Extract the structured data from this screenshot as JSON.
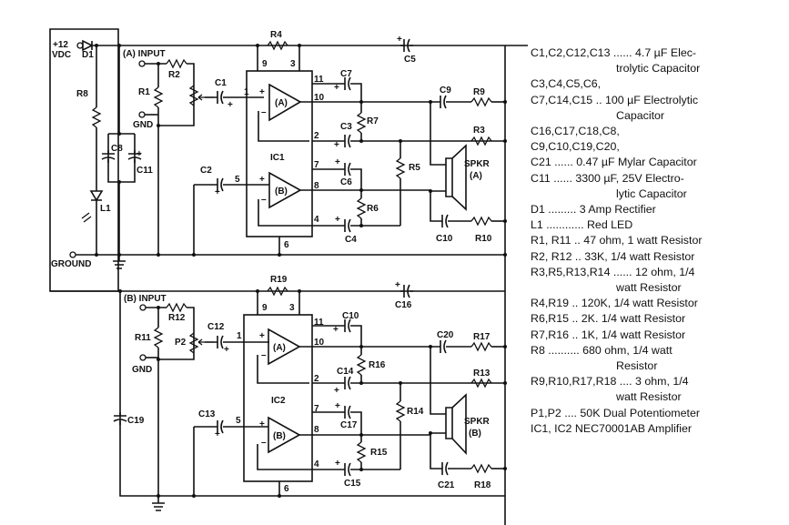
{
  "schematic": {
    "supply_label": "+12",
    "supply_label2": "VDC",
    "ground_label": "GROUND",
    "input_a_label": "(A) INPUT",
    "input_b_label": "(B) INPUT",
    "gnd_a_label": "GND",
    "gnd_b_label": "GND",
    "ic1_label": "IC1",
    "ic2_label": "IC2",
    "opamp_a1": "(A)",
    "opamp_b1": "(B)",
    "opamp_a2": "(A)",
    "opamp_b2": "(B)",
    "speaker_a": [
      "SPKR",
      "(A)"
    ],
    "speaker_b": [
      "SPKR",
      "(B)"
    ],
    "pins": {
      "p9": "9",
      "p3": "3",
      "p11": "11",
      "p10": "10",
      "p2": "2",
      "p1": "1",
      "p5": "5",
      "p7": "7",
      "p8": "8",
      "p4": "4",
      "p6": "6"
    },
    "components": {
      "D1": "D1",
      "R8": "R8",
      "L1": "L1",
      "C8": "C8",
      "C11": "C11",
      "R1": "R1",
      "R2": "R2",
      "C1": "C1",
      "C2": "C2",
      "R4": "R4",
      "C5": "C5",
      "C7": "C7",
      "C3": "C3",
      "R7": "R7",
      "C9": "C9",
      "R9": "R9",
      "R3": "R3",
      "C6": "C6",
      "R5": "R5",
      "R6": "R6",
      "C4": "C4",
      "C10a": "C10",
      "R10": "R10",
      "R19": "R19",
      "C16": "C16",
      "R11": "R11",
      "R12": "R12",
      "P2": "P2",
      "C12": "C12",
      "C10b": "C10",
      "C14": "C14",
      "R16": "R16",
      "C20": "C20",
      "R17": "R17",
      "R13": "R13",
      "C19": "C19",
      "C13": "C13",
      "C17": "C17",
      "R14": "R14",
      "R15": "R15",
      "C15": "C15",
      "C21": "C21",
      "R18": "R18"
    }
  },
  "parts_list": [
    {
      "text": "C1,C2,C12,C13 ......  4.7 µF Elec-",
      "indent": false
    },
    {
      "text": "trolytic Capacitor",
      "indent": true
    },
    {
      "text": "C3,C4,C5,C6,",
      "indent": false
    },
    {
      "text": "C7,C14,C15 ..  100 µF Electrolytic",
      "indent": false
    },
    {
      "text": "Capacitor",
      "indent": true
    },
    {
      "text": "C16,C17,C18,C8,",
      "indent": false
    },
    {
      "text": "C9,C10,C19,C20,",
      "indent": false
    },
    {
      "text": "C21  ......  0.47 µF Mylar Capacitor",
      "indent": false
    },
    {
      "text": "C11  ......  3300  µF,  25V  Electro-",
      "indent": false
    },
    {
      "text": "lytic Capacitor",
      "indent": true
    },
    {
      "text": "D1  .........  3 Amp Rectifier",
      "indent": false
    },
    {
      "text": "L1 ............  Red LED",
      "indent": false
    },
    {
      "text": "R1, R11  ..  47 ohm, 1 watt Resistor",
      "indent": false
    },
    {
      "text": "R2, R12  ..  33K, 1/4 watt Resistor",
      "indent": false
    },
    {
      "text": "R3,R5,R13,R14  ......  12 ohm, 1/4",
      "indent": false
    },
    {
      "text": "watt Resistor",
      "indent": true
    },
    {
      "text": "R4,R19 ..  120K, 1/4 watt Resistor",
      "indent": false
    },
    {
      "text": "R6,R15 ..  2K. 1/4 watt Resistor",
      "indent": false
    },
    {
      "text": "R7,R16 ..  1K, 1/4 watt Resistor",
      "indent": false
    },
    {
      "text": "R8  ..........  680   ohm,   1/4   watt",
      "indent": false
    },
    {
      "text": "Resistor",
      "indent": true
    },
    {
      "text": "R9,R10,R17,R18  ....     3 ohm, 1/4",
      "indent": false
    },
    {
      "text": "watt Resistor",
      "indent": true
    },
    {
      "text": "P1,P2 ....  50K Dual Potentiometer",
      "indent": false
    },
    {
      "text": "IC1, IC2   NEC70001AB Amplifier",
      "indent": false
    }
  ]
}
